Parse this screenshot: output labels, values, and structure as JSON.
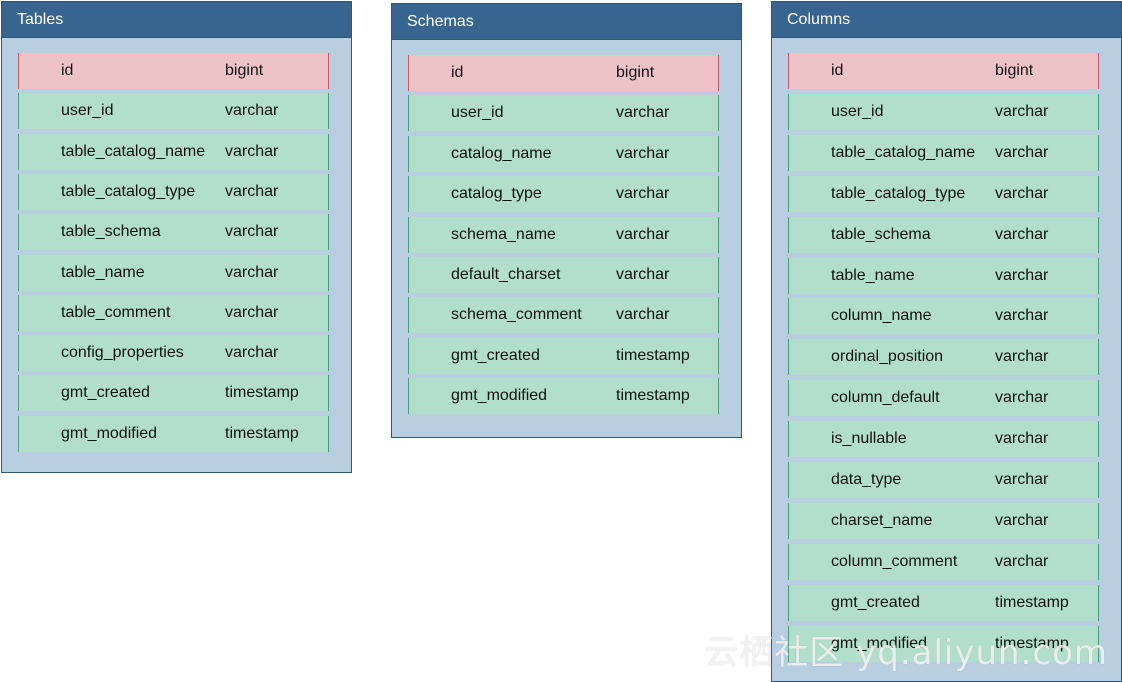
{
  "tables": [
    {
      "title": "Tables",
      "columns": [
        {
          "name": "id",
          "type": "bigint",
          "primary": true
        },
        {
          "name": "user_id",
          "type": "varchar"
        },
        {
          "name": "table_catalog_name",
          "type": "varchar"
        },
        {
          "name": "table_catalog_type",
          "type": "varchar"
        },
        {
          "name": "table_schema",
          "type": "varchar"
        },
        {
          "name": "table_name",
          "type": "varchar"
        },
        {
          "name": "table_comment",
          "type": "varchar"
        },
        {
          "name": "config_properties",
          "type": "varchar"
        },
        {
          "name": "gmt_created",
          "type": "timestamp"
        },
        {
          "name": "gmt_modified",
          "type": "timestamp"
        }
      ]
    },
    {
      "title": "Schemas",
      "columns": [
        {
          "name": "id",
          "type": "bigint",
          "primary": true
        },
        {
          "name": "user_id",
          "type": "varchar"
        },
        {
          "name": "catalog_name",
          "type": "varchar"
        },
        {
          "name": "catalog_type",
          "type": "varchar"
        },
        {
          "name": "schema_name",
          "type": "varchar"
        },
        {
          "name": "default_charset",
          "type": "varchar"
        },
        {
          "name": "schema_comment",
          "type": "varchar"
        },
        {
          "name": "gmt_created",
          "type": "timestamp"
        },
        {
          "name": "gmt_modified",
          "type": "timestamp"
        }
      ]
    },
    {
      "title": "Columns",
      "columns": [
        {
          "name": "id",
          "type": "bigint",
          "primary": true
        },
        {
          "name": "user_id",
          "type": "varchar"
        },
        {
          "name": "table_catalog_name",
          "type": "varchar"
        },
        {
          "name": "table_catalog_type",
          "type": "varchar"
        },
        {
          "name": "table_schema",
          "type": "varchar"
        },
        {
          "name": "table_name",
          "type": "varchar"
        },
        {
          "name": "column_name",
          "type": "varchar"
        },
        {
          "name": "ordinal_position",
          "type": "varchar"
        },
        {
          "name": "column_default",
          "type": "varchar"
        },
        {
          "name": "is_nullable",
          "type": "varchar"
        },
        {
          "name": "data_type",
          "type": "varchar"
        },
        {
          "name": "charset_name",
          "type": "varchar"
        },
        {
          "name": "column_comment",
          "type": "varchar"
        },
        {
          "name": "gmt_created",
          "type": "timestamp"
        },
        {
          "name": "gmt_modified",
          "type": "timestamp"
        }
      ]
    }
  ],
  "watermark": "云栖社区 yq.aliyun.com",
  "colors": {
    "header_bg": "#376590",
    "panel_bg": "#b7cfe0",
    "field_bg": "#b2dfcc",
    "pk_field_bg": "#edc3c8"
  }
}
